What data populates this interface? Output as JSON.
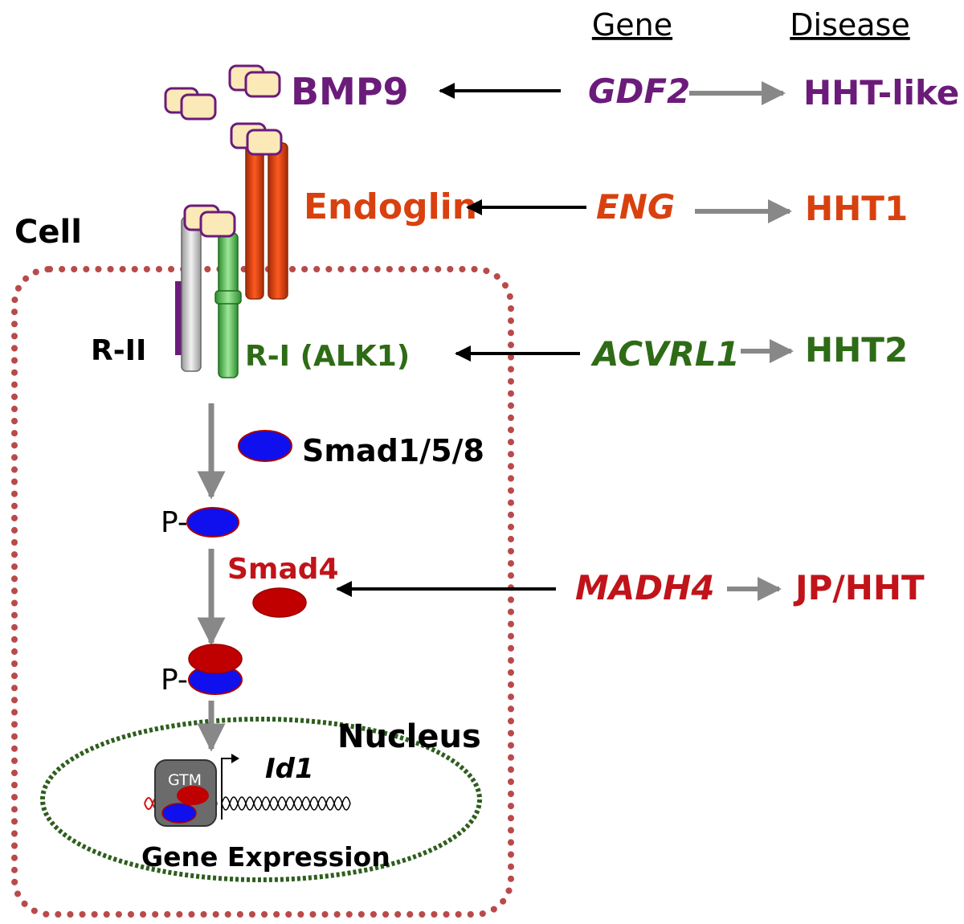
{
  "headers": {
    "gene": "Gene",
    "disease": "Disease"
  },
  "colors": {
    "purple": "#6b1b7a",
    "orange": "#d8410f",
    "green": "#2e6b16",
    "red": "#c0141a",
    "smad_blue": "#1010ee",
    "smad_red": "#c00000",
    "dots": "#b94a4a",
    "nucleus": "#2e5e1e",
    "gray_arrow": "#888888"
  },
  "ligand": {
    "label": "BMP9"
  },
  "receptors": {
    "endoglin": "Endoglin",
    "type_ii": "R-II",
    "type_i": "R-I (ALK1)"
  },
  "cell_label": "Cell",
  "smads": {
    "r_smad": "Smad1/5/8",
    "co_smad": "Smad4",
    "phospho_1": "P-",
    "phospho_2": "P-"
  },
  "nucleus": {
    "label": "Nucleus",
    "gtm": "GTM",
    "target_gene": "Id1",
    "expression": "Gene Expression"
  },
  "rows": [
    {
      "gene": "GDF2",
      "disease": "HHT-like",
      "color": "#6b1b7a"
    },
    {
      "gene": "ENG",
      "disease": "HHT1",
      "color": "#d8410f"
    },
    {
      "gene": "ACVRL1",
      "disease": "HHT2",
      "color": "#2e6b16"
    },
    {
      "gene": "MADH4",
      "disease": "JP/HHT",
      "color": "#c0141a"
    }
  ]
}
